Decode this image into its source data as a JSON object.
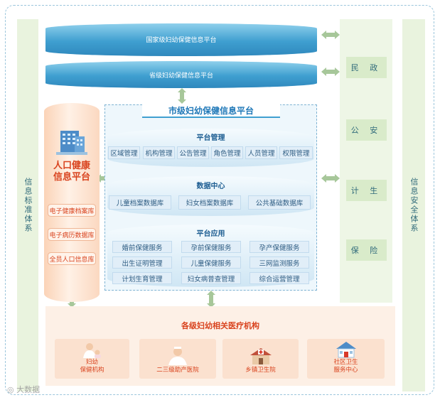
{
  "left_strip": {
    "label": "信息标准体系"
  },
  "right_strip": {
    "label": "信息安全体系"
  },
  "national_platform": {
    "label": "国家级妇幼保健信息平台"
  },
  "provincial_platform": {
    "label": "省级妇幼保健信息平台"
  },
  "side_departments": [
    "民 政",
    "公 安",
    "计 生",
    "保 险"
  ],
  "population_platform": {
    "title_line1": "人口健康",
    "title_line2": "信息平台",
    "items": [
      "电子健康档案库",
      "电子病历数据库",
      "全员人口信息库"
    ]
  },
  "city_platform": {
    "title": "市级妇幼保健信息平台",
    "platform_management": {
      "title": "平台管理",
      "items": [
        "区域管理",
        "机构管理",
        "公告管理",
        "角色管理",
        "人员管理",
        "权限管理"
      ]
    },
    "data_center": {
      "title": "数据中心",
      "items": [
        "儿童档案数据库",
        "妇女档案数据库",
        "公共基础数据库"
      ]
    },
    "platform_applications": {
      "title": "平台应用",
      "items": [
        "婚前保健服务",
        "孕前保健服务",
        "孕产保健服务",
        "出生证明管理",
        "儿童保健服务",
        "三网监测服务",
        "计划生育管理",
        "妇女病普查管理",
        "综合运营管理"
      ]
    }
  },
  "institutions": {
    "title": "各级妇幼相关医疗机构",
    "items": [
      {
        "label_line1": "妇幼",
        "label_line2": "保健机构"
      },
      {
        "label_line1": "二三级助产医院",
        "label_line2": ""
      },
      {
        "label_line1": "乡镇卫生院",
        "label_line2": ""
      },
      {
        "label_line1": "社区卫生",
        "label_line2": "服务中心"
      }
    ]
  },
  "watermark": {
    "text": "大数据"
  },
  "colors": {
    "blue": "#3f9fd0",
    "orange_text": "#d9441f",
    "green_strip": "#e9f3de",
    "panel": "#eef7fc"
  }
}
